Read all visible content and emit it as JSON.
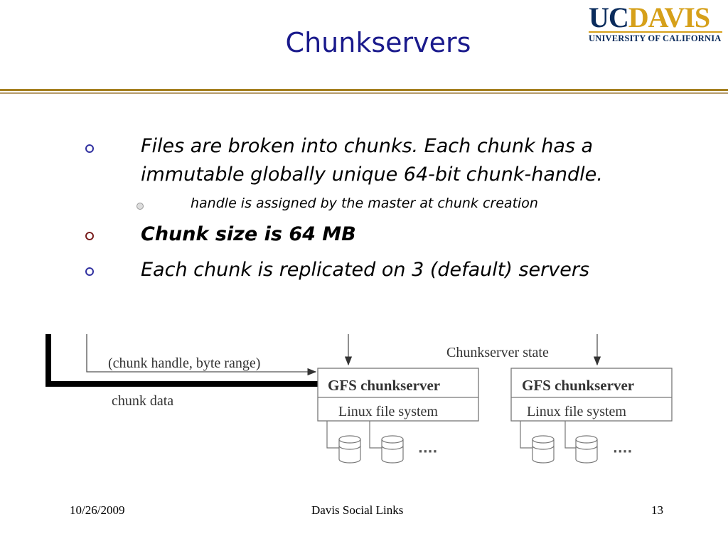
{
  "slide": {
    "title": "Chunkservers"
  },
  "logo": {
    "uc": "UC",
    "davis": "DAVIS",
    "subtitle": "UNIVERSITY OF CALIFORNIA"
  },
  "bullets": [
    {
      "line1": "Files are broken into chunks. Each chunk has a",
      "line2": "immutable globally unique 64-bit chunk-handle."
    },
    {
      "text": "Chunk size is 64 MB"
    },
    {
      "text": "Each chunk is replicated on 3 (default) servers"
    }
  ],
  "sub_bullet": {
    "text": "handle is assigned by the master at chunk creation"
  },
  "diagram": {
    "request_label": "(chunk handle, byte range)",
    "data_label": "chunk data",
    "state_label": "Chunkserver state",
    "server_title": "GFS chunkserver",
    "fs_label": "Linux file system",
    "ellipsis": "····"
  },
  "footer": {
    "date": "10/26/2009",
    "center": "Davis Social Links",
    "page": "13"
  },
  "colors": {
    "title": "#1a1a8c",
    "accent_gold": "#a57f1f",
    "logo_navy": "#0a2b5c",
    "logo_gold": "#d6a01a"
  }
}
